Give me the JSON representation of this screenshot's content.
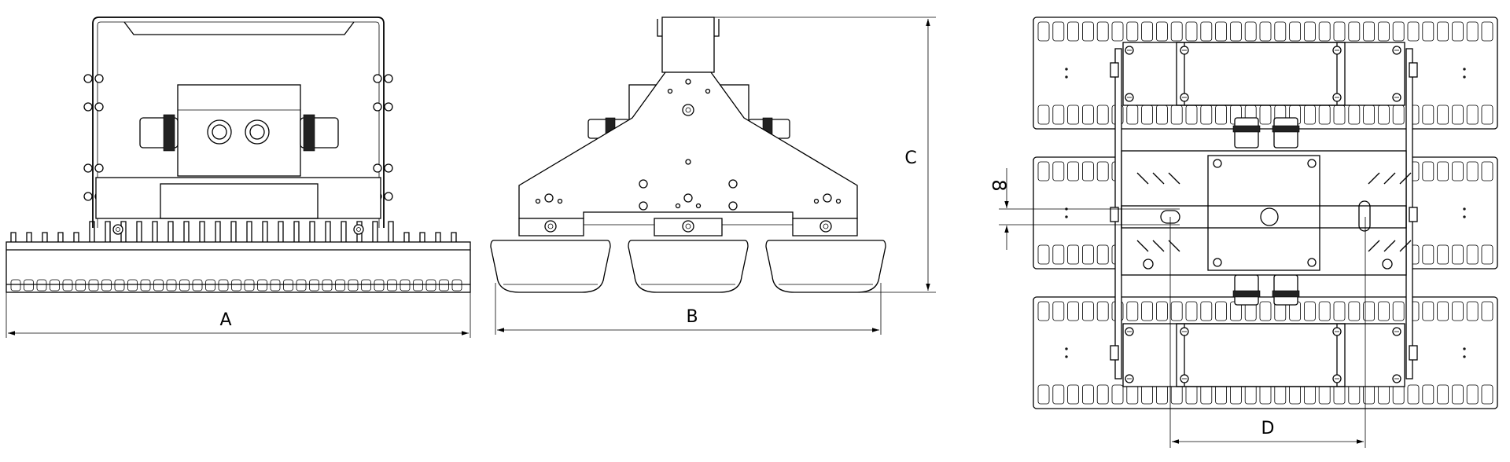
{
  "drawing": {
    "dimension_labels": {
      "a": "A",
      "b": "B",
      "c": "C",
      "d": "D",
      "thickness": "8"
    }
  }
}
